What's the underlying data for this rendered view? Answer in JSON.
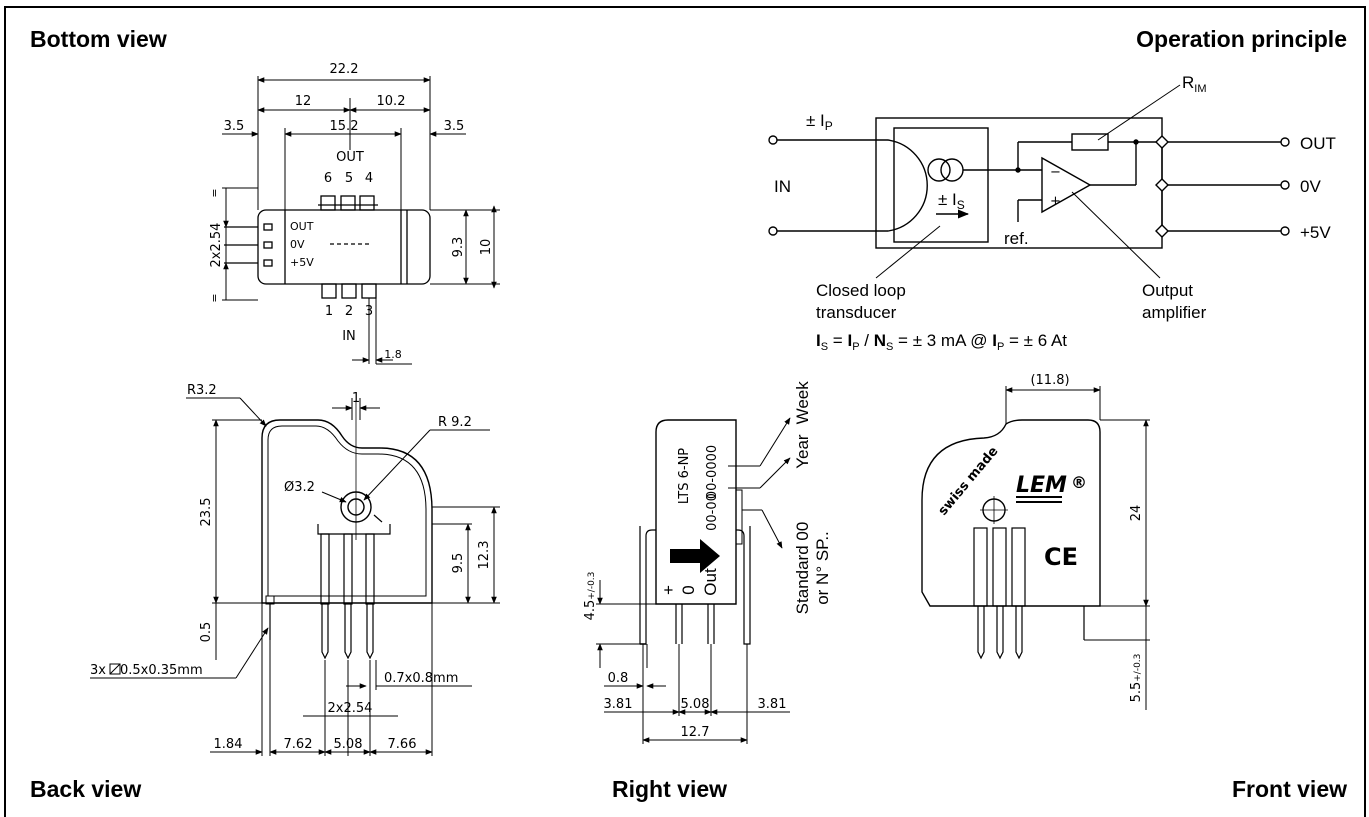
{
  "titles": {
    "bottom_view": "Bottom view",
    "operation_principle": "Operation principle",
    "back_view": "Back view",
    "right_view": "Right view",
    "front_view": "Front view"
  },
  "bottom_view": {
    "dims": {
      "overall": "22.2",
      "left_seg": "12",
      "right_seg": "10.2",
      "margin_left": "3.5",
      "inner_width": "15.2",
      "margin_right": "3.5",
      "pitch": "2x2.54",
      "height_inner": "9.3",
      "height_outer": "10",
      "pin_width": "1.8",
      "equal_mark": "="
    },
    "out_label": "OUT",
    "in_label": "IN",
    "top_pins": [
      "6",
      "5",
      "4"
    ],
    "bottom_pins": [
      "1",
      "2",
      "3"
    ],
    "side_labels": [
      "OUT",
      "0V",
      "+5V"
    ]
  },
  "operation": {
    "ip_label": "± I",
    "ip_sub": "P",
    "in_label": "IN",
    "rim_label": "R",
    "rim_sub": "IM",
    "is_label": "± I",
    "is_sub": "S",
    "ref_label": "ref.",
    "minus": "−",
    "plus": "+",
    "outputs": [
      "OUT",
      "0V",
      "+5V"
    ],
    "closed_loop_l1": "Closed loop",
    "closed_loop_l2": "transducer",
    "amp_l1": "Output",
    "amp_l2": "amplifier",
    "formula": {
      "is": "I",
      "is_sub": "S",
      "eq1": " = ",
      "ip": "I",
      "ip_sub": "P",
      "div": " / ",
      "ns": "N",
      "ns_sub": "S",
      "rest1": " = ± 3 mA  @ ",
      "ip2": "I",
      "ip2_sub": "P",
      "rest2": " = ± 6 At"
    }
  },
  "back_view": {
    "dims": {
      "r_small": "R3.2",
      "r_large": "R 9.2",
      "hole": "Ø3.2",
      "gap": "1",
      "height": "23.5",
      "h95": "9.5",
      "h123": "12.3",
      "h05": "0.5",
      "pin_spec": "3x",
      "pin_spec2": "0.5x0.35mm",
      "pin_size": "0.7x0.8mm",
      "pitch": "2x2.54",
      "d184": "1.84",
      "d762": "7.62",
      "d508": "5.08",
      "d766": "7.66"
    }
  },
  "right_view": {
    "marking": "LTS 6-NP",
    "date_code": "00-0000",
    "std_code": "00-00",
    "pin_labels": [
      "+",
      "0",
      "Out"
    ],
    "year": "Year",
    "week": "Week",
    "standard": "Standard 00",
    "sp": "or N° SP..",
    "dims": {
      "h45": "4.5",
      "h45_tol": "+/-0.3",
      "d08": "0.8",
      "d381a": "3.81",
      "d508": "5.08",
      "d381b": "3.81",
      "d127": "12.7"
    }
  },
  "front_view": {
    "swiss": "swiss made",
    "lem": "LEM",
    "reg": "®",
    "ce": "CE",
    "dims": {
      "w118": "(11.8)",
      "h24": "24",
      "h55": "5.5",
      "h55_tol": "+/-0.3"
    }
  }
}
